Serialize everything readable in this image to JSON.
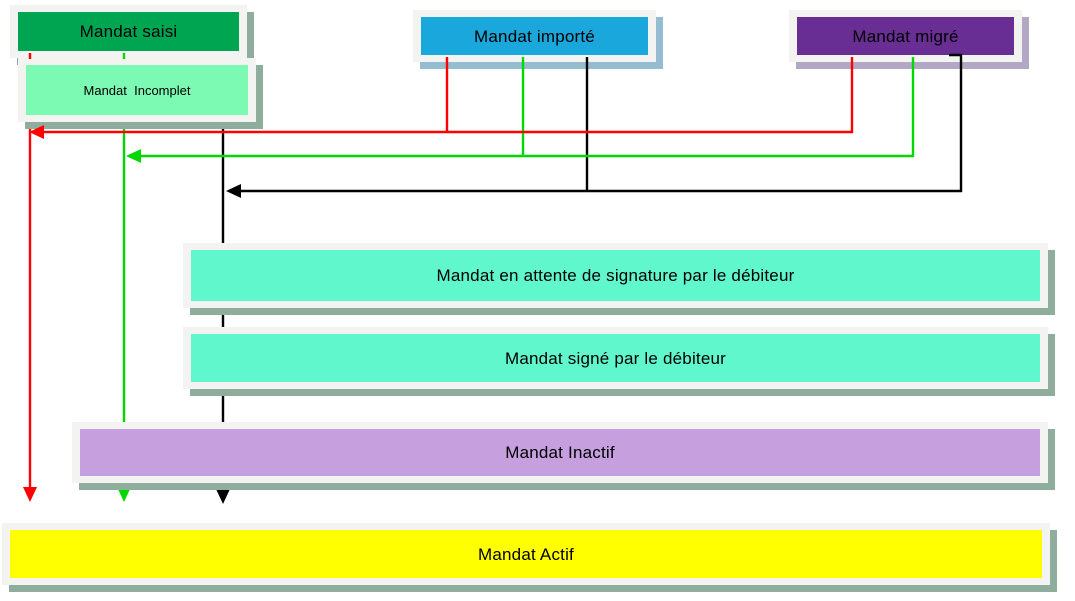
{
  "diagram": {
    "states": {
      "saisi": {
        "label": "Mandat saisi",
        "fill": "#00A551",
        "shadow": "#8FAD9D"
      },
      "incomplet": {
        "label": "Mandat  Incomplet",
        "fill": "#7CFAB3",
        "shadow": "#8FAD9D"
      },
      "importe": {
        "label": "Mandat importé",
        "fill": "#1AA7DC",
        "shadow": "#96BCD2"
      },
      "migre": {
        "label": "Mandat migré",
        "fill": "#692E94",
        "shadow": "#B2A7C5"
      },
      "attente": {
        "label": "Mandat en attente de signature par le débiteur",
        "fill": "#60F7CD",
        "shadow": "#8FAD9D"
      },
      "signe": {
        "label": "Mandat signé par le débiteur",
        "fill": "#60F7CD",
        "shadow": "#8FAD9D"
      },
      "inactif": {
        "label": "Mandat Inactif",
        "fill": "#C69FDF",
        "shadow": "#8FAD9D"
      },
      "actif": {
        "label": "Mandat Actif",
        "fill": "#FFFF00",
        "shadow": "#8FAD9D"
      }
    },
    "colors": {
      "arrow_red": "#FF0000",
      "arrow_green": "#00D800",
      "arrow_black": "#000000",
      "frame": "#F3F3F1",
      "background": "#FFFFFF"
    }
  }
}
